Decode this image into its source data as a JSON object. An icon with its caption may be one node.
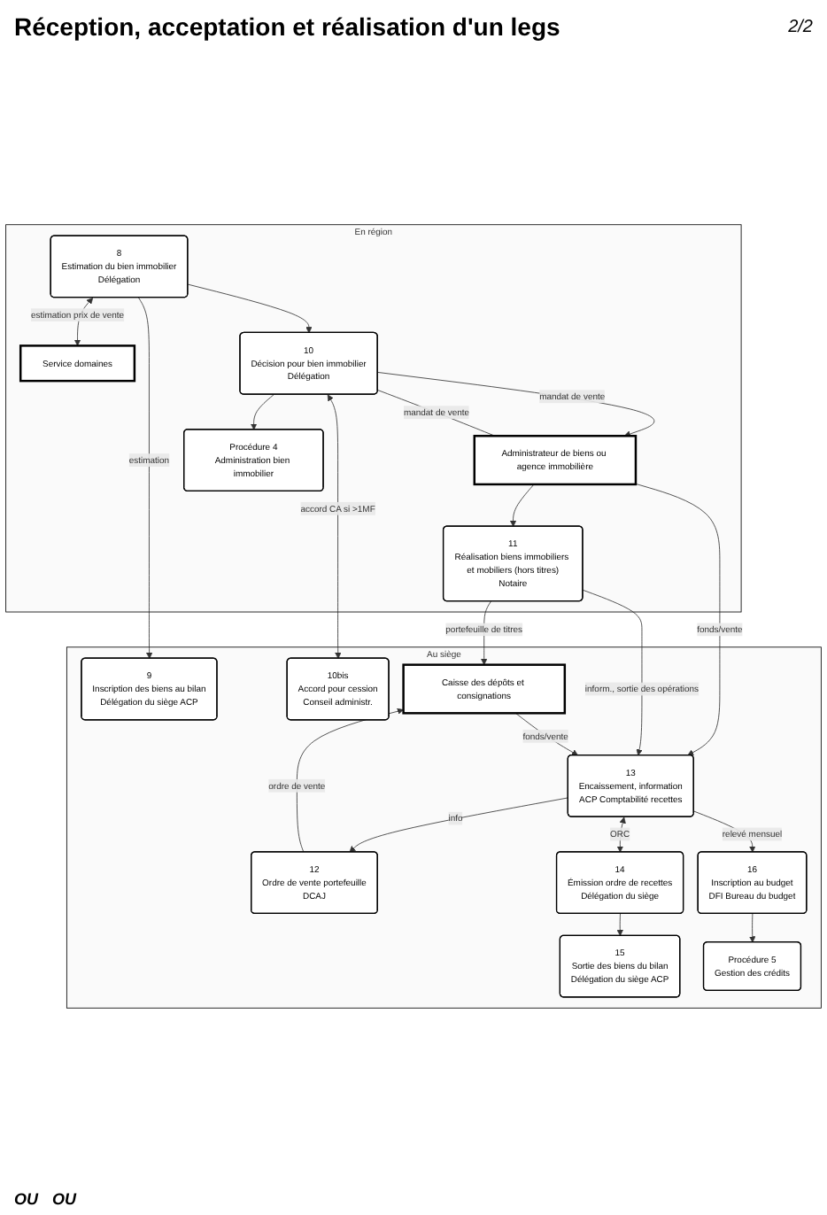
{
  "diagram": {
    "title": "Réception, acceptation et réalisation d'un legs",
    "nodes": [
      {
        "text": [
          "En région"
        ]
      },
      {
        "text": [
          "Au siège"
        ]
      },
      {
        "text": [
          "Service domaines"
        ],
        "in": 0
      },
      {
        "text": [
          "8",
          "Estimation du bien immobilier",
          "Délégation"
        ],
        "in": 0
      },
      {
        "text": [
          "9",
          "Inscription des biens au bilan",
          "Délégation du siège ACP"
        ],
        "in": 1
      },
      {
        "text": [
          "10",
          "Décision pour bien immobilier",
          "Délégation"
        ],
        "in": 0
      },
      {
        "text": [
          "10bis",
          "Accord pour cession",
          "Conseil administr."
        ],
        "in": 1
      },
      {
        "text": [
          "Administrateur de biens ou agence immobilière"
        ],
        "in": 0
      },
      {
        "text": [
          "Procédure 4",
          "Administration bien immobilier"
        ],
        "in": 0
      },
      {
        "text": [
          "11",
          "Réalisation biens immobiliers et mobiliers (hors titres)",
          "Notaire"
        ],
        "in": 0
      },
      {
        "text": [
          "Caisse des dépôts et consignations"
        ],
        "in": 1
      },
      {
        "text": [
          "12",
          "Ordre de vente portefeuille",
          "DCAJ"
        ],
        "in": 1
      },
      {
        "text": [
          "13",
          "Encaissement, information",
          "ACP Comptabilité recettes"
        ],
        "in": 1
      },
      {
        "text": [
          "14",
          "Émission ordre de recettes",
          "Délégation du siège"
        ],
        "in": 1
      },
      {
        "text": [
          "16",
          "Inscription au budget",
          "DFI Bureau du budget"
        ],
        "in": 1
      },
      {
        "text": [
          "15",
          "Sortie des biens du bilan",
          "Délégation du siège ACP"
        ],
        "in": 1
      },
      {
        "text": [
          "Procédure 5",
          "Gestion des crédits"
        ],
        "in": 1
      }
    ],
    "edges": [
      {
        "from": 3,
        "to": 2,
        "arrow": "both",
        "label": "estimation prix de vente"
      },
      {
        "from": 3,
        "to": 4,
        "arrow": "to",
        "label": "estimation"
      },
      {
        "from": 3,
        "to": 5,
        "arrow": "to"
      },
      {
        "from": 5,
        "to": 6,
        "arrow": "both",
        "label": "accord CA si >1MF"
      },
      {
        "from": 5,
        "to": 8,
        "arrow": "to"
      },
      {
        "from": 5,
        "to": 7,
        "arrow": "to",
        "label": "mandat de vente"
      },
      {
        "from": 5,
        "to": 7,
        "arrow": "none",
        "label": "mandat de vente"
      },
      {
        "from": 7,
        "to": 9,
        "arrow": "to"
      },
      {
        "from": 7,
        "to": 12,
        "arrow": "to",
        "label": "fonds/vente"
      },
      {
        "from": 9,
        "to": 10,
        "arrow": "to",
        "label": "portefeuille de titres"
      },
      {
        "from": 9,
        "to": 12,
        "arrow": "to",
        "label": "inform., sortie des opérations"
      },
      {
        "from": 10,
        "to": 12,
        "arrow": "to",
        "label": "fonds/vente"
      },
      {
        "from": 11,
        "to": 10,
        "arrow": "to",
        "label": "ordre de vente"
      },
      {
        "from": 12,
        "to": 11,
        "arrow": "to",
        "label": "info"
      },
      {
        "from": 12,
        "to": 13,
        "arrow": "both",
        "label": "ORC"
      },
      {
        "from": 12,
        "to": 14,
        "arrow": "to",
        "label": "relevé mensuel"
      },
      {
        "from": 13,
        "to": 15,
        "arrow": "to"
      },
      {
        "from": 14,
        "to": 16,
        "arrow": "to"
      }
    ],
    "labels": [
      "2/2",
      "OU",
      "OU"
    ]
  }
}
